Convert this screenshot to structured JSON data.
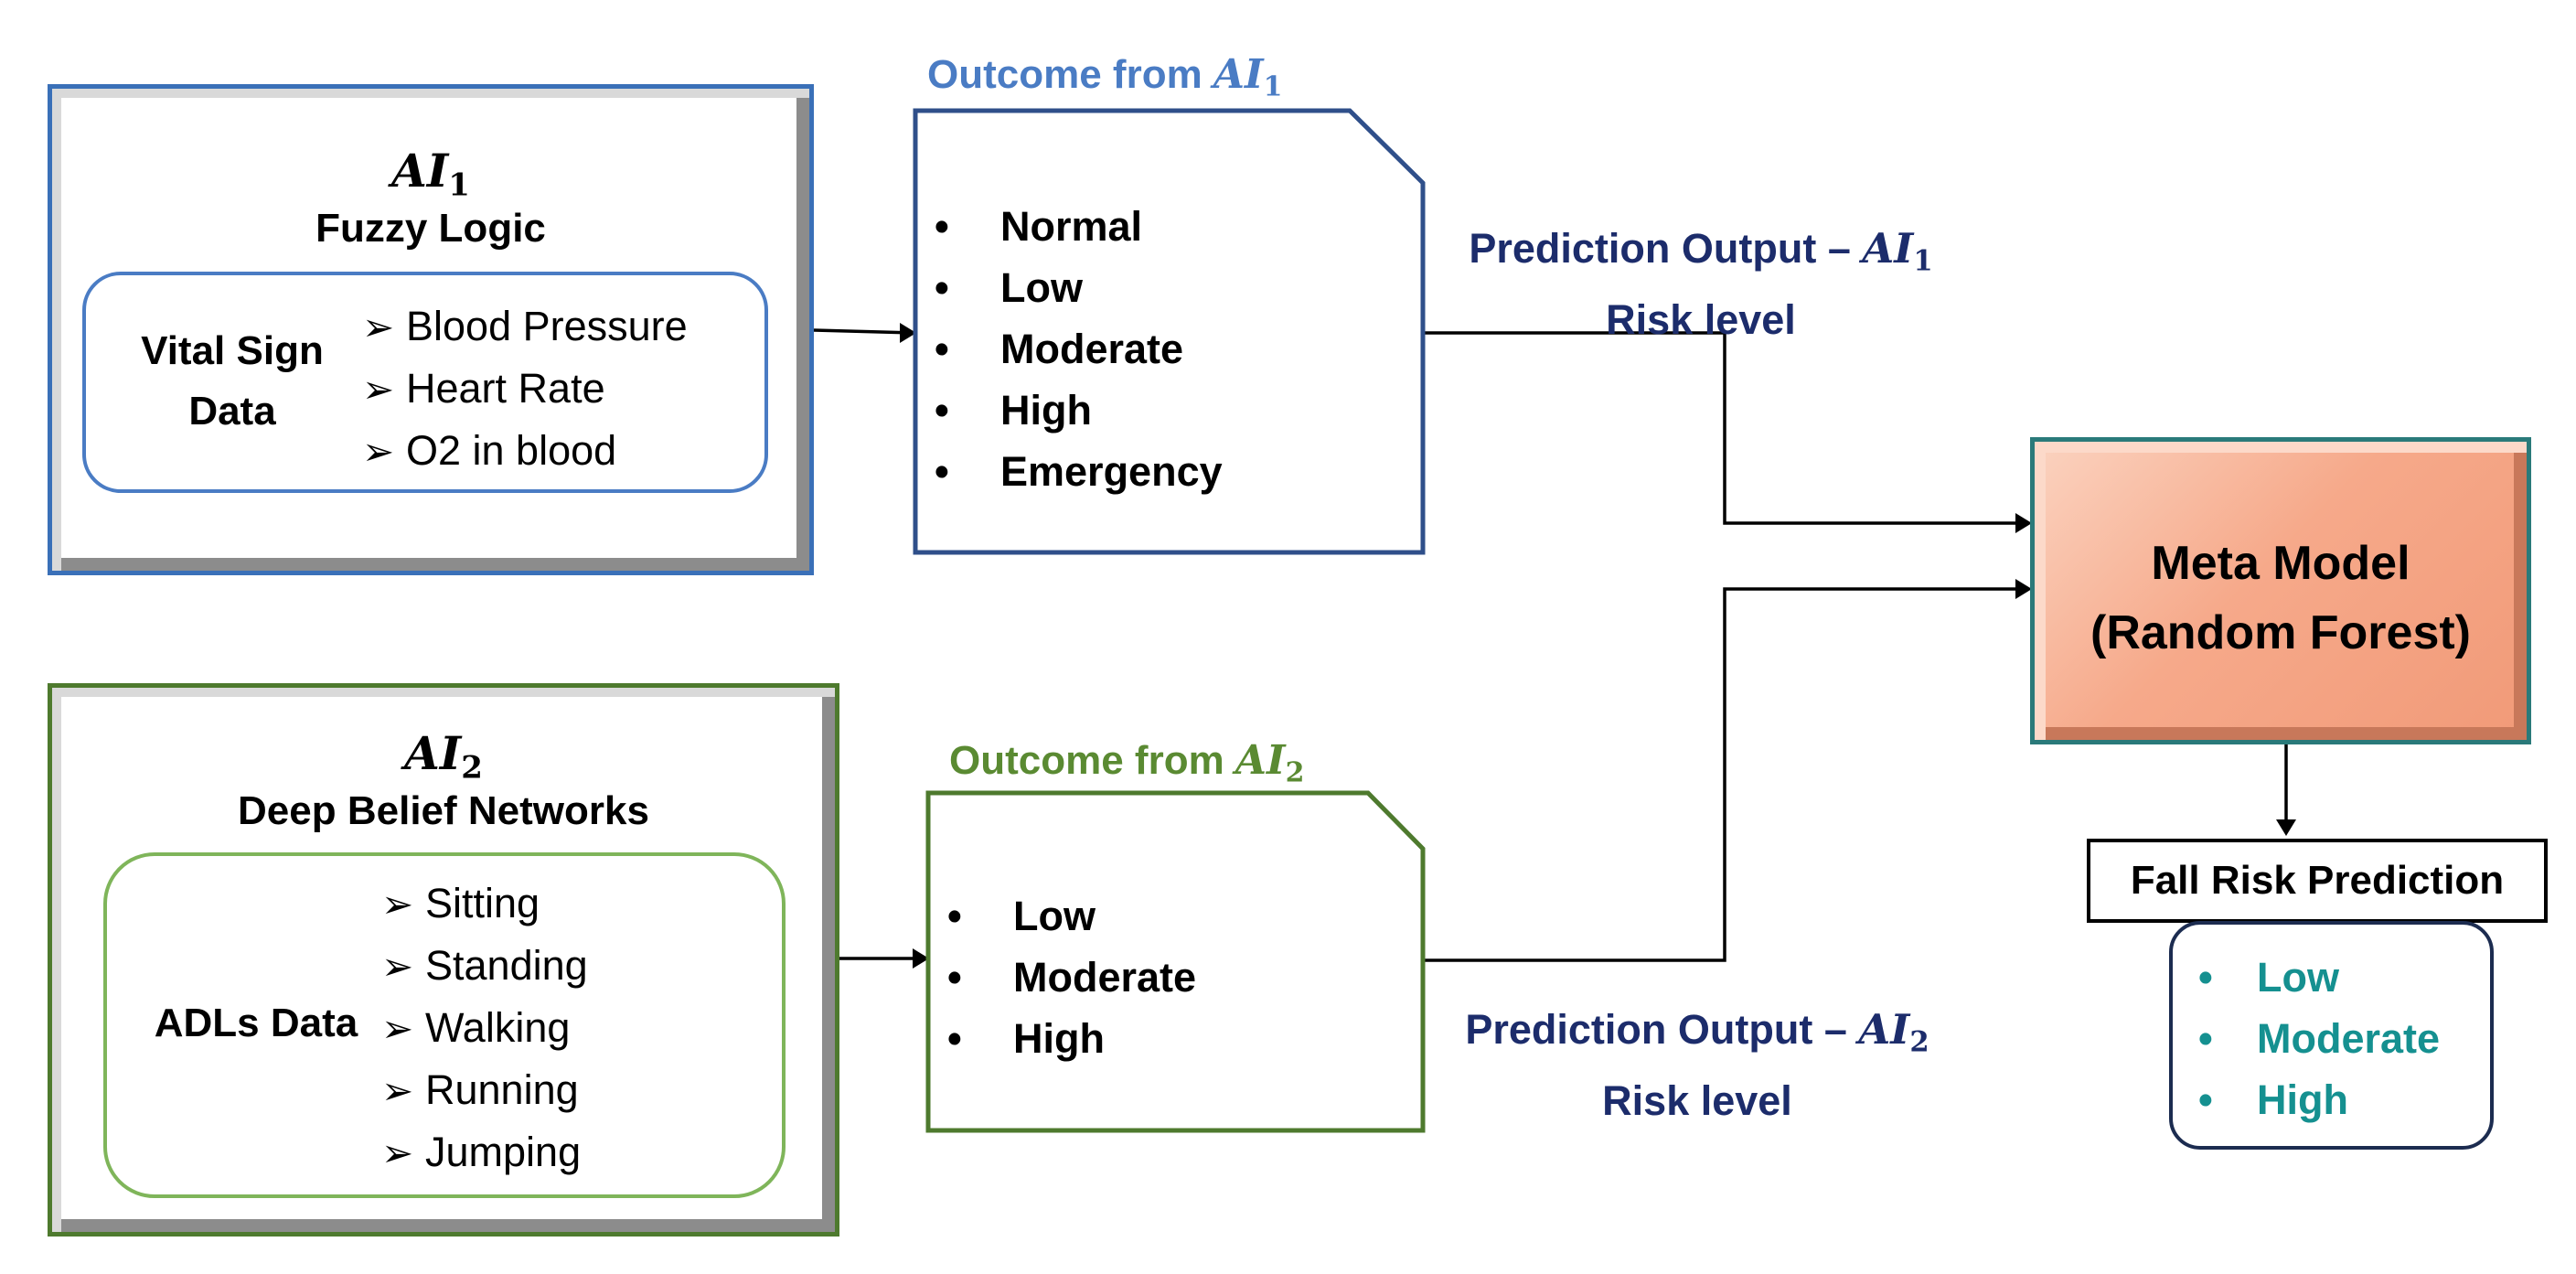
{
  "ai1": {
    "symbol": "AI",
    "index": "1",
    "name": "Fuzzy Logic",
    "data_label_line1": "Vital Sign",
    "data_label_line2": "Data",
    "features": [
      "Blood Pressure",
      "Heart Rate",
      "O2 in blood"
    ]
  },
  "ai2": {
    "symbol": "AI",
    "index": "2",
    "name": "Deep Belief Networks",
    "data_label": "ADLs Data",
    "features": [
      "Sitting",
      "Standing",
      "Walking",
      "Running",
      "Jumping"
    ]
  },
  "outcome1": {
    "title": "Outcome from ",
    "symbol": "AI",
    "index": "1",
    "items": [
      "Normal",
      "Low",
      "Moderate",
      "High",
      "Emergency"
    ]
  },
  "outcome2": {
    "title": "Outcome from ",
    "symbol": "AI",
    "index": "2",
    "items": [
      "Low",
      "Moderate",
      "High"
    ]
  },
  "prediction1": {
    "line1": "Prediction Output – ",
    "symbol": "AI",
    "index": "1",
    "line2": "Risk level"
  },
  "prediction2": {
    "line1": "Prediction Output – ",
    "symbol": "AI",
    "index": "2",
    "line2": "Risk level"
  },
  "meta_model": {
    "line1": "Meta Model",
    "line2": "(Random Forest)"
  },
  "fall_risk": {
    "title": "Fall Risk Prediction",
    "levels": [
      "Low",
      "Moderate",
      "High"
    ]
  },
  "bullet": "•",
  "feature_arrow": "➢",
  "colors": {
    "ai1_border": "#3a70b8",
    "ai2_border": "#4e7a2e",
    "outcome1_title": "#4a7cc4",
    "outcome2_title": "#5a8a32",
    "prediction_text": "#1c2c6b",
    "meta_fill": "#f6a98a",
    "meta_border": "#2a7a7a",
    "risk_levels": "#159090"
  }
}
